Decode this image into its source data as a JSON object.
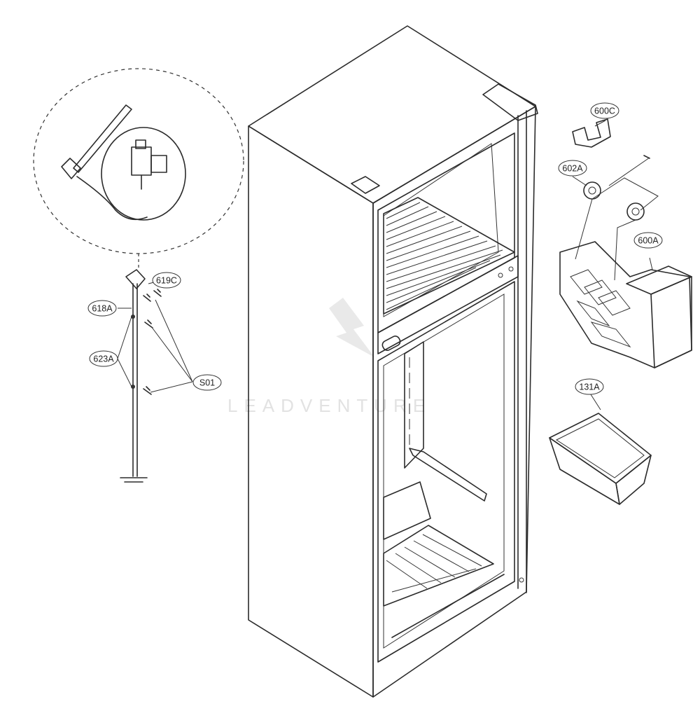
{
  "watermark": "LEADVENTURE",
  "colors": {
    "line": "#2b2b2b",
    "fill_light": "#f4f4f4",
    "fill_dark": "#d8d8d8",
    "label_bg": "#ffffff"
  },
  "labels": {
    "p600C": "600C",
    "p602A": "602A",
    "p600A": "600A",
    "p131A": "131A",
    "p619C": "619C",
    "p618A": "618A",
    "p623A": "623A",
    "pS01": "S01"
  }
}
